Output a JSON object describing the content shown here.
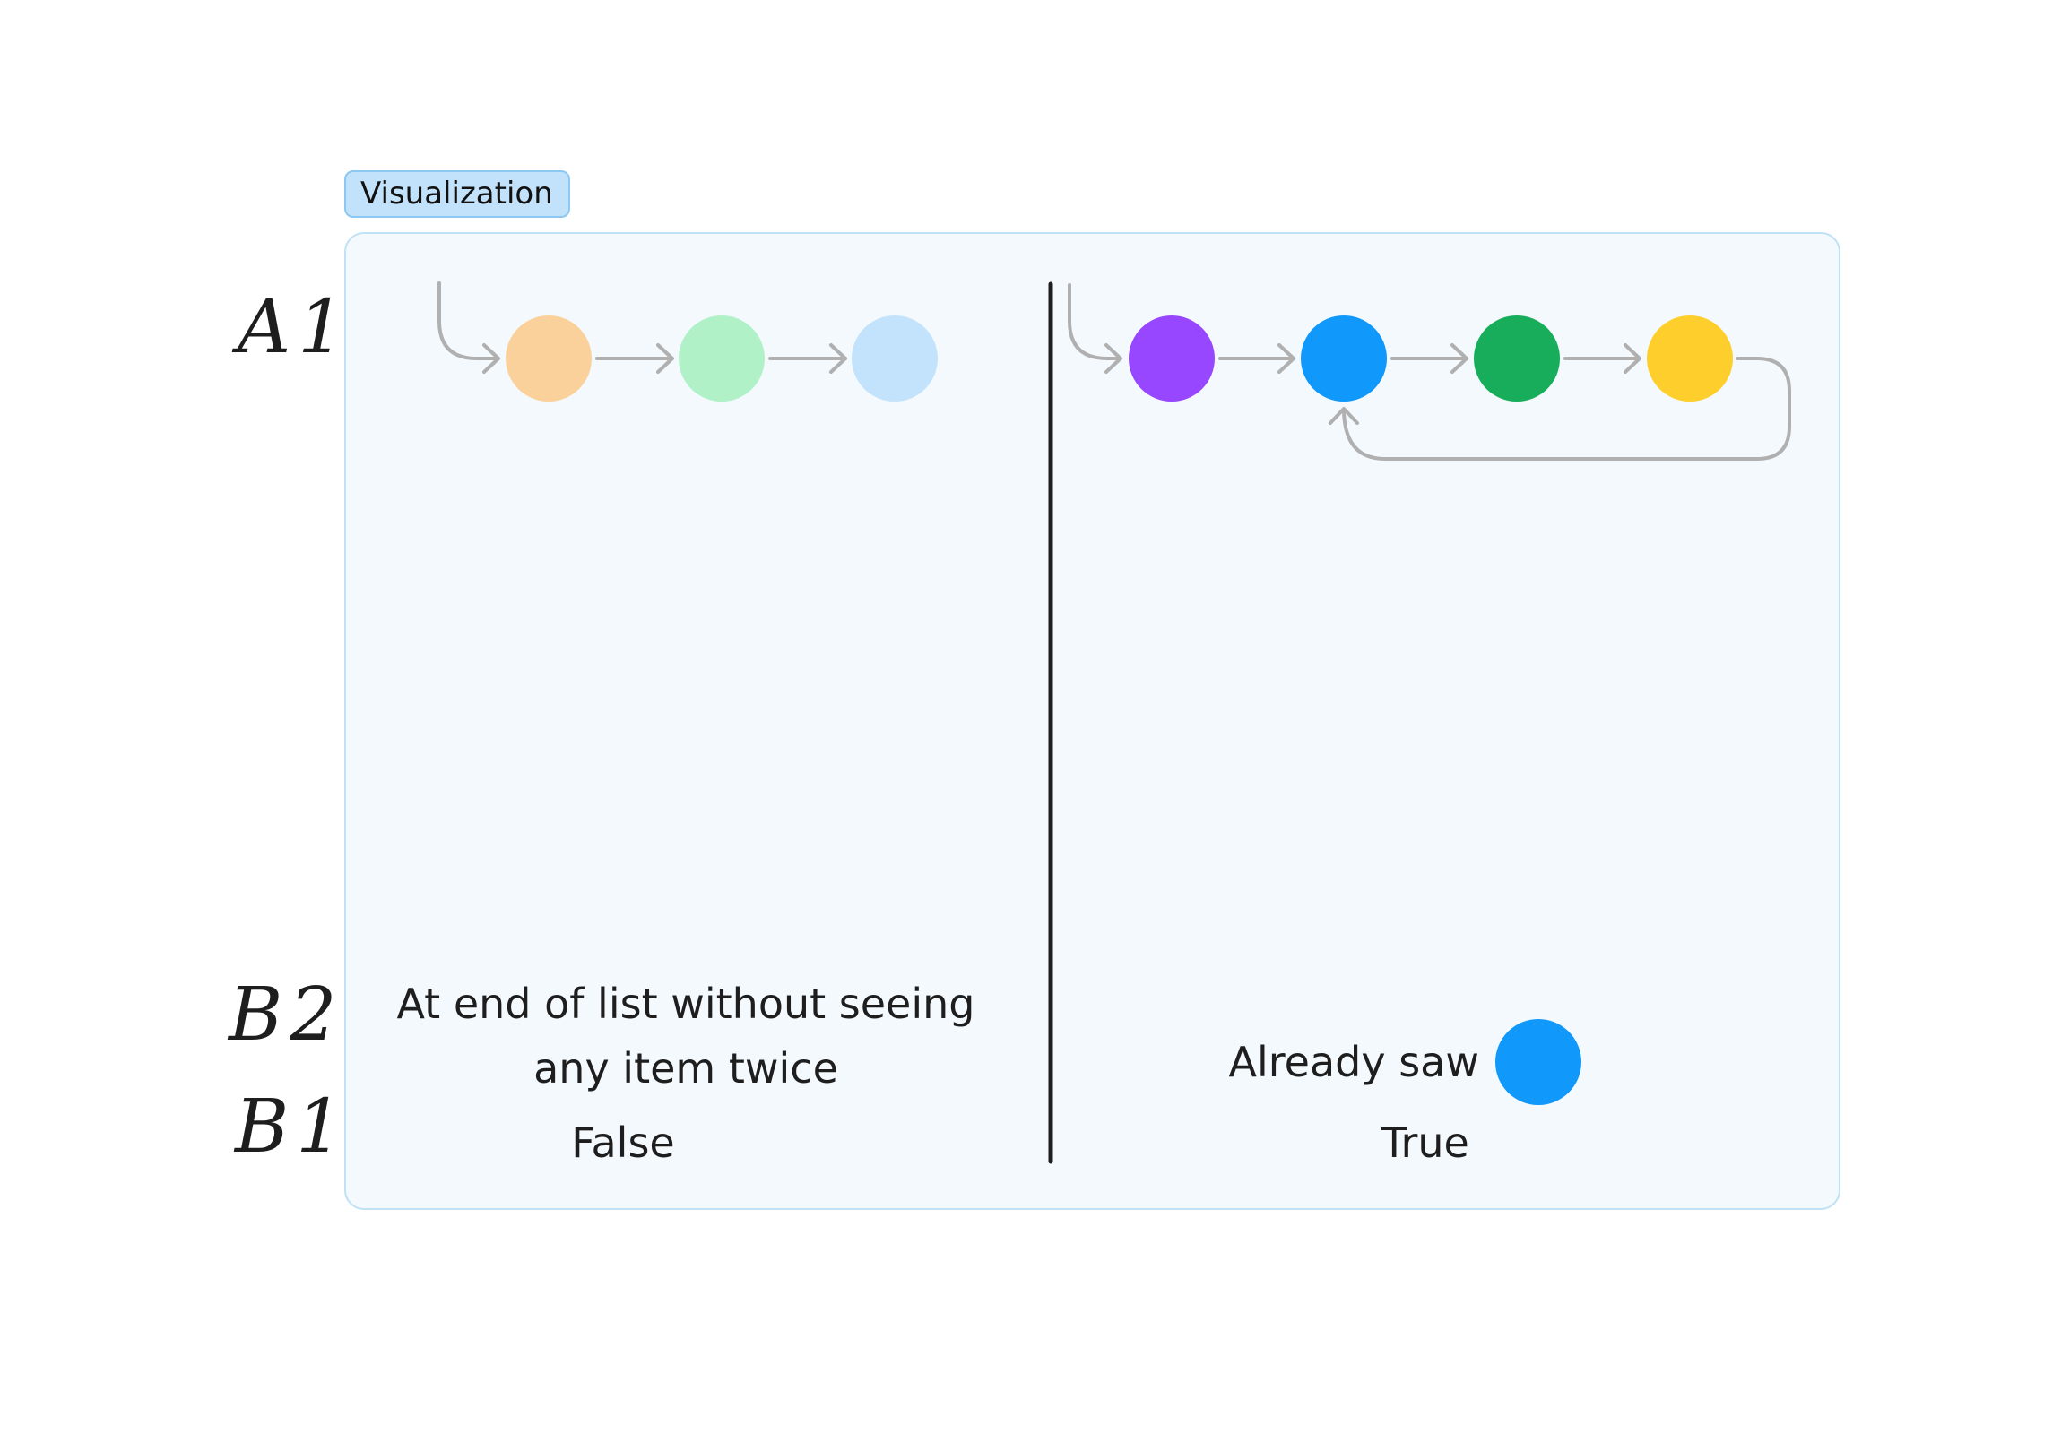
{
  "frame": {
    "label": "Visualization"
  },
  "row_labels": {
    "a1": "A1",
    "b2": "B2",
    "b1": "B1"
  },
  "left": {
    "description": "At end of list without seeing",
    "description_line2": "any item twice",
    "result": "False",
    "nodes": [
      {
        "color": "#fbd19b"
      },
      {
        "color": "#b0f1c8"
      },
      {
        "color": "#c3e3fc"
      }
    ]
  },
  "right": {
    "description": "Already saw",
    "result": "True",
    "seen_node_color": "#1098fb",
    "nodes": [
      {
        "color": "#9747ff"
      },
      {
        "color": "#1098fb"
      },
      {
        "color": "#17ad5b"
      },
      {
        "color": "#fecf2c"
      }
    ],
    "cycle": {
      "from_node_index": 3,
      "to_node_index": 1
    }
  },
  "colors": {
    "arrow": "#b0b0b0",
    "divider": "#1e1e1e"
  }
}
